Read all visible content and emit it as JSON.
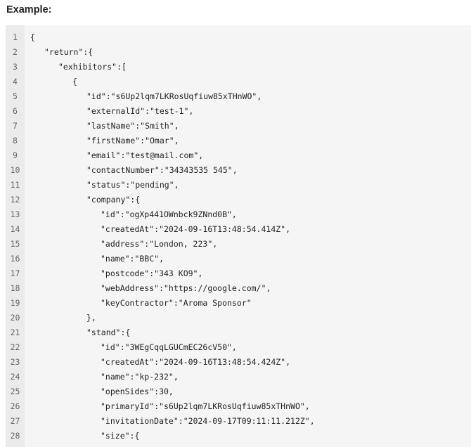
{
  "heading": "Example:",
  "code_lines": [
    {
      "n": "1",
      "indent": 0,
      "text": "{"
    },
    {
      "n": "2",
      "indent": 1,
      "text": "\"return\":{"
    },
    {
      "n": "3",
      "indent": 2,
      "text": "\"exhibitors\":["
    },
    {
      "n": "4",
      "indent": 3,
      "text": "{"
    },
    {
      "n": "5",
      "indent": 4,
      "text": "\"id\":\"s6Up2lqm7LKRosUqfiuw85xTHnWO\","
    },
    {
      "n": "6",
      "indent": 4,
      "text": "\"externalId\":\"test-1\","
    },
    {
      "n": "7",
      "indent": 4,
      "text": "\"lastName\":\"Smith\","
    },
    {
      "n": "8",
      "indent": 4,
      "text": "\"firstName\":\"Omar\","
    },
    {
      "n": "9",
      "indent": 4,
      "text": "\"email\":\"test@mail.com\","
    },
    {
      "n": "10",
      "indent": 4,
      "text": "\"contactNumber\":\"34343535 545\","
    },
    {
      "n": "11",
      "indent": 4,
      "text": "\"status\":\"pending\","
    },
    {
      "n": "12",
      "indent": 4,
      "text": "\"company\":{"
    },
    {
      "n": "13",
      "indent": 5,
      "text": "\"id\":\"ogXp441OWnbck9ZNnd0B\","
    },
    {
      "n": "14",
      "indent": 5,
      "text": "\"createdAt\":\"2024-09-16T13:48:54.414Z\","
    },
    {
      "n": "15",
      "indent": 5,
      "text": "\"address\":\"London, 223\","
    },
    {
      "n": "16",
      "indent": 5,
      "text": "\"name\":\"BBC\","
    },
    {
      "n": "17",
      "indent": 5,
      "text": "\"postcode\":\"343 KO9\","
    },
    {
      "n": "18",
      "indent": 5,
      "text": "\"webAddress\":\"https://google.com/\","
    },
    {
      "n": "19",
      "indent": 5,
      "text": "\"keyContractor\":\"Aroma Sponsor\""
    },
    {
      "n": "20",
      "indent": 4,
      "text": "},"
    },
    {
      "n": "21",
      "indent": 4,
      "text": "\"stand\":{"
    },
    {
      "n": "22",
      "indent": 5,
      "text": "\"id\":\"3WEgCqqLGUCmEC26cV50\","
    },
    {
      "n": "23",
      "indent": 5,
      "text": "\"createdAt\":\"2024-09-16T13:48:54.424Z\","
    },
    {
      "n": "24",
      "indent": 5,
      "text": "\"name\":\"kp-232\","
    },
    {
      "n": "25",
      "indent": 5,
      "text": "\"openSides\":30,"
    },
    {
      "n": "26",
      "indent": 5,
      "text": "\"primaryId\":\"s6Up2lqm7LKRosUqfiuw85xTHnWO\","
    },
    {
      "n": "27",
      "indent": 5,
      "text": "\"invitationDate\":\"2024-09-17T09:11:11.212Z\","
    },
    {
      "n": "28",
      "indent": 5,
      "text": "\"size\":{"
    }
  ]
}
